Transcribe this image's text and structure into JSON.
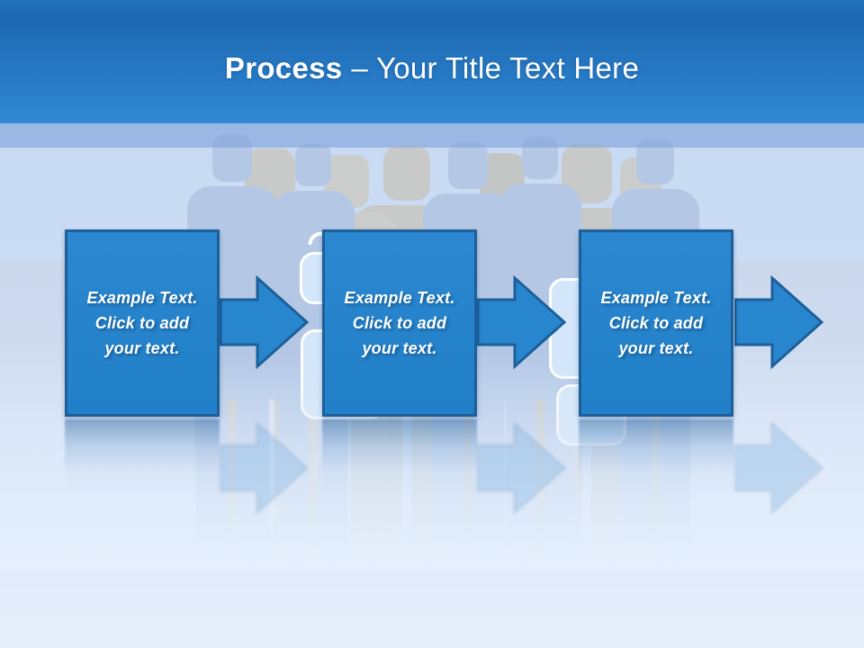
{
  "slide_title": {
    "bold": "Process",
    "rest": "– Your Title Text Here"
  },
  "steps": [
    {
      "lines": [
        "Example Text.",
        "Click to add",
        "your text."
      ]
    },
    {
      "lines": [
        "Example Text.",
        "Click to add",
        "your text."
      ]
    },
    {
      "lines": [
        "Example Text.",
        "Click to add",
        "your text."
      ]
    }
  ],
  "icons": {
    "arrow": "process-arrow-right"
  },
  "colors": {
    "step_fill": "#2583cb",
    "step_border": "#1c5f99",
    "header_top": "#2372bc",
    "header_bottom": "#3189d3",
    "band": "#80a3db",
    "background_light": "#e6eefb",
    "silhouette_gray": "#c8cac9",
    "silhouette_blue": "#b4c8e6",
    "bubble_fill": "#d3e6fa",
    "bubble_border": "#ffffff",
    "text": "#ffffff"
  }
}
